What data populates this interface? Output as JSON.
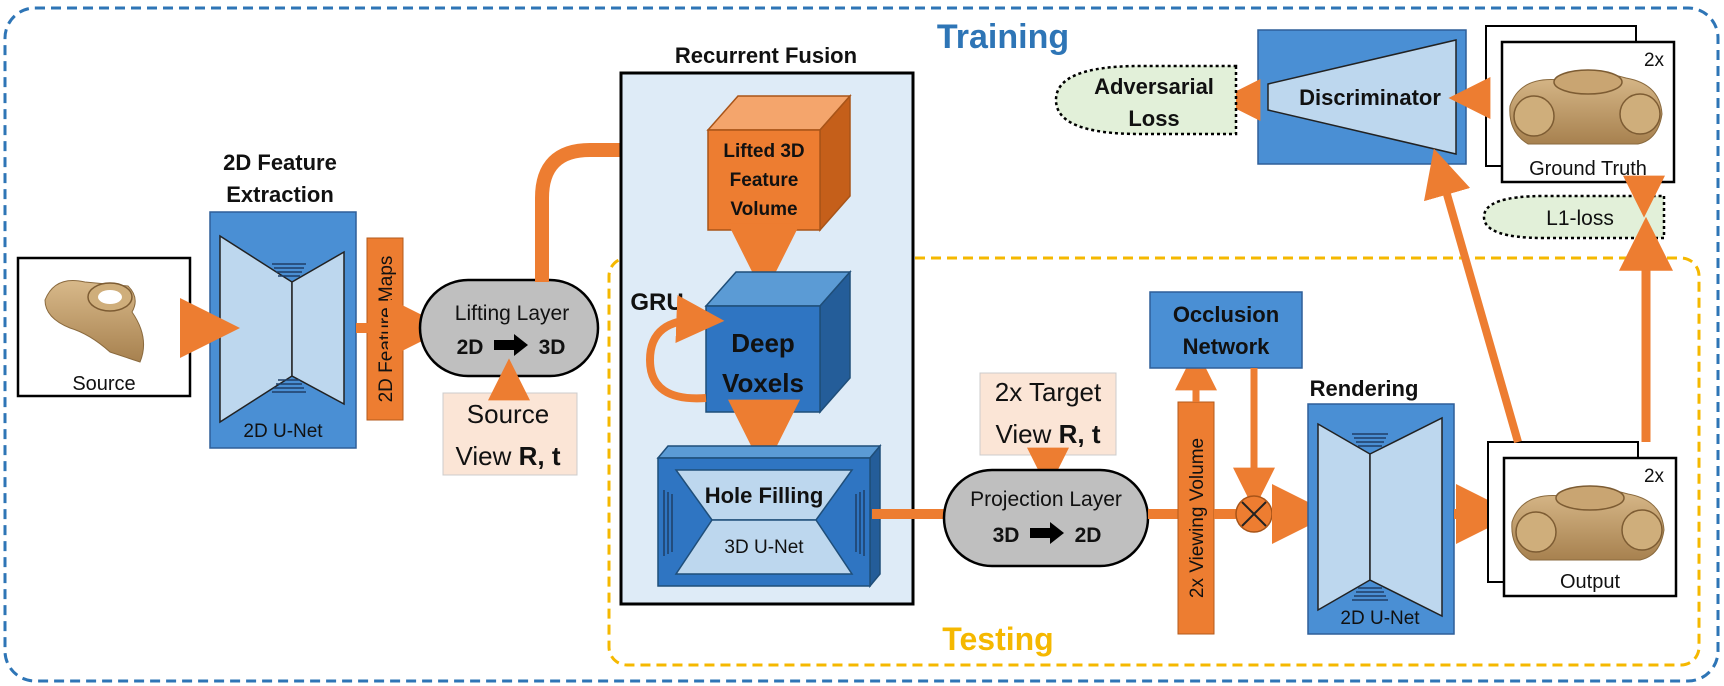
{
  "sections": {
    "training": "Training",
    "testing": "Testing",
    "recurrent_fusion": "Recurrent Fusion",
    "feature_extraction_line1": "2D Feature",
    "feature_extraction_line2": "Extraction",
    "rendering": "Rendering"
  },
  "images": {
    "source": "Source",
    "ground_truth": "Ground Truth",
    "output": "Output",
    "multiplier_gt": "2x",
    "multiplier_out": "2x"
  },
  "blocks": {
    "unet_2d_left": "2D U-Net",
    "feature_maps": "2D Feature Maps",
    "lifting_layer": "Lifting Layer",
    "lifting_from": "2D",
    "lifting_to": "3D",
    "source_view_line1": "Source",
    "source_view_word": "View",
    "source_view_rt": "R, t",
    "lifted_line1": "Lifted 3D",
    "lifted_line2": "Feature",
    "lifted_line3": "Volume",
    "gru": "GRU",
    "deep_voxels_line1": "Deep",
    "deep_voxels_line2": "Voxels",
    "hole_filling": "Hole Filling",
    "unet_3d": "3D U-Net",
    "target_view_line1": "2x Target",
    "target_view_word": "View",
    "target_view_rt": "R, t",
    "projection_layer": "Projection Layer",
    "projection_from": "3D",
    "projection_to": "2D",
    "viewing_volume": "2x Viewing Volume",
    "occlusion_line1": "Occlusion",
    "occlusion_line2": "Network",
    "unet_2d_right": "2D U-Net",
    "discriminator": "Discriminator",
    "adversarial_line1": "Adversarial",
    "adversarial_line2": "Loss",
    "l1_loss": "L1-loss"
  },
  "colors": {
    "training_border": "#2e75b6",
    "testing_border": "#f5b800",
    "arrow_orange": "#ed7d31",
    "block_blue": "#4a8fd4",
    "light_blue": "#bdd7ee",
    "fusion_bg": "#deebf7",
    "gray_pill": "#bfbfbf",
    "peach": "#fbe5d6",
    "loss_green": "#e2f0d9"
  }
}
